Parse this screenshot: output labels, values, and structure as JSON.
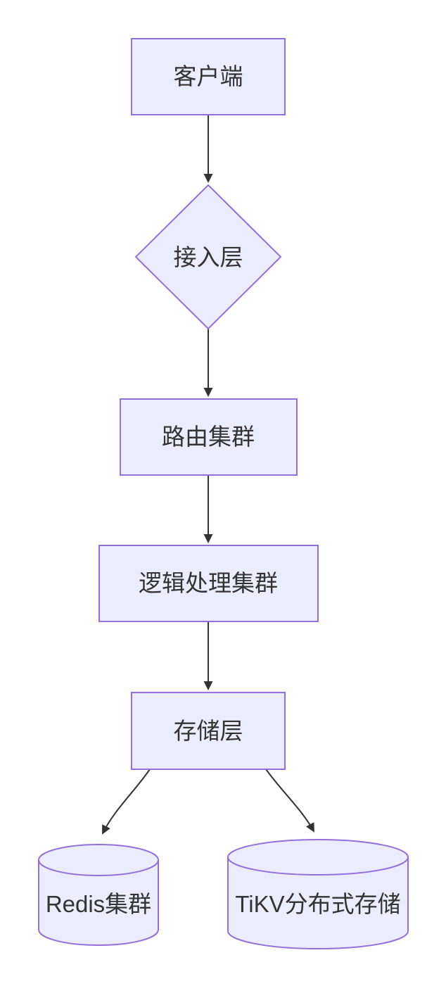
{
  "diagram": {
    "type": "flowchart",
    "direction": "top-down",
    "nodes": [
      {
        "id": "client",
        "shape": "rectangle",
        "label": "客户端"
      },
      {
        "id": "access",
        "shape": "diamond",
        "label": "接入层"
      },
      {
        "id": "routing",
        "shape": "rectangle",
        "label": "路由集群"
      },
      {
        "id": "logic",
        "shape": "rectangle",
        "label": "逻辑处理集群"
      },
      {
        "id": "storage",
        "shape": "rectangle",
        "label": "存储层"
      },
      {
        "id": "redis",
        "shape": "cylinder",
        "label": "Redis集群"
      },
      {
        "id": "tikv",
        "shape": "cylinder",
        "label": "TiKV分布式存储"
      }
    ],
    "edges": [
      {
        "from": "客户端",
        "to": "接入层"
      },
      {
        "from": "接入层",
        "to": "路由集群"
      },
      {
        "from": "路由集群",
        "to": "逻辑处理集群"
      },
      {
        "from": "逻辑处理集群",
        "to": "存储层"
      },
      {
        "from": "存储层",
        "to": "Redis集群"
      },
      {
        "from": "存储层",
        "to": "TiKV分布式存储"
      }
    ]
  },
  "colors": {
    "node_fill": "#ECECFF",
    "node_stroke": "#9370DB",
    "edge_stroke": "#333333",
    "text_color": "#333333",
    "background": "#FFFFFF"
  }
}
